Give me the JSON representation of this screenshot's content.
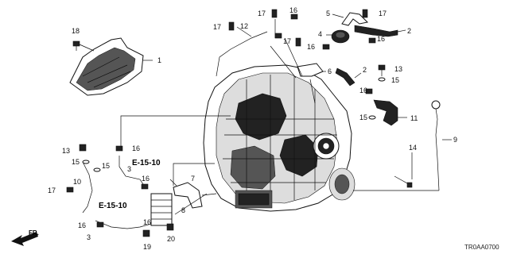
{
  "diagram_code": "TR0AA0700",
  "direction_label": "FR.",
  "references": {
    "ref_upper": "E-15-10",
    "ref_lower": "E-15-10"
  },
  "callouts": {
    "c1": "1",
    "c2a": "2",
    "c2b": "2",
    "c3a": "3",
    "c3b": "3",
    "c4": "4",
    "c5": "5",
    "c6": "6",
    "c7": "7",
    "c8": "8",
    "c9": "9",
    "c10": "10",
    "c11": "11",
    "c12": "12",
    "c13a": "13",
    "c13b": "13",
    "c14": "14",
    "c15a": "15",
    "c15b": "15",
    "c15c": "15",
    "c15d": "15",
    "c16a": "16",
    "c16b": "16",
    "c16c": "16",
    "c16d": "16",
    "c16e": "16",
    "c16f": "16",
    "c16g": "16",
    "c16h": "16",
    "c17a": "17",
    "c17b": "17",
    "c17c": "17",
    "c17d": "17",
    "c17e": "17",
    "c18": "18",
    "c19": "19",
    "c20": "20"
  }
}
